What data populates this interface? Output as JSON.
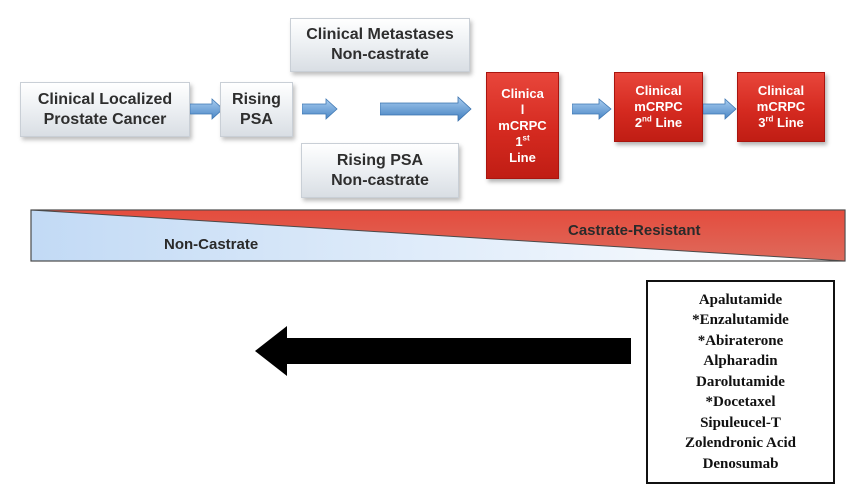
{
  "flow": {
    "localized": [
      "Clinical Localized",
      "Prostate Cancer"
    ],
    "rising_psa": [
      "Rising",
      "PSA"
    ],
    "metastases": [
      "Clinical Metastases",
      "Non-castrate"
    ],
    "rising_psa_nc": [
      "Rising PSA",
      "Non-castrate"
    ],
    "mcrpc_1": [
      "Clinica",
      "l",
      "mCRPC",
      "1",
      "st",
      "Line"
    ],
    "mcrpc_2": [
      "Clinical",
      "mCRPC",
      "2",
      "nd",
      " Line"
    ],
    "mcrpc_3": [
      "Clinical",
      "mCRPC",
      "3",
      "rd",
      " Line"
    ]
  },
  "band": {
    "left_label": "Non-Castrate",
    "right_label": "Castrate-Resistant",
    "colors": {
      "blue": "#cfe2f7",
      "red": "#e25a4a"
    }
  },
  "drugs": [
    "Apalutamide",
    "*Enzalutamide",
    "*Abiraterone",
    "Alpharadin",
    "Darolutamide",
    "*Docetaxel",
    "Sipuleucel-T",
    "Zolendronic Acid",
    "Denosumab"
  ],
  "colors": {
    "arrow_blue": "#5b9bd5",
    "box_red": "#d52a20",
    "big_arrow": "#000000"
  }
}
